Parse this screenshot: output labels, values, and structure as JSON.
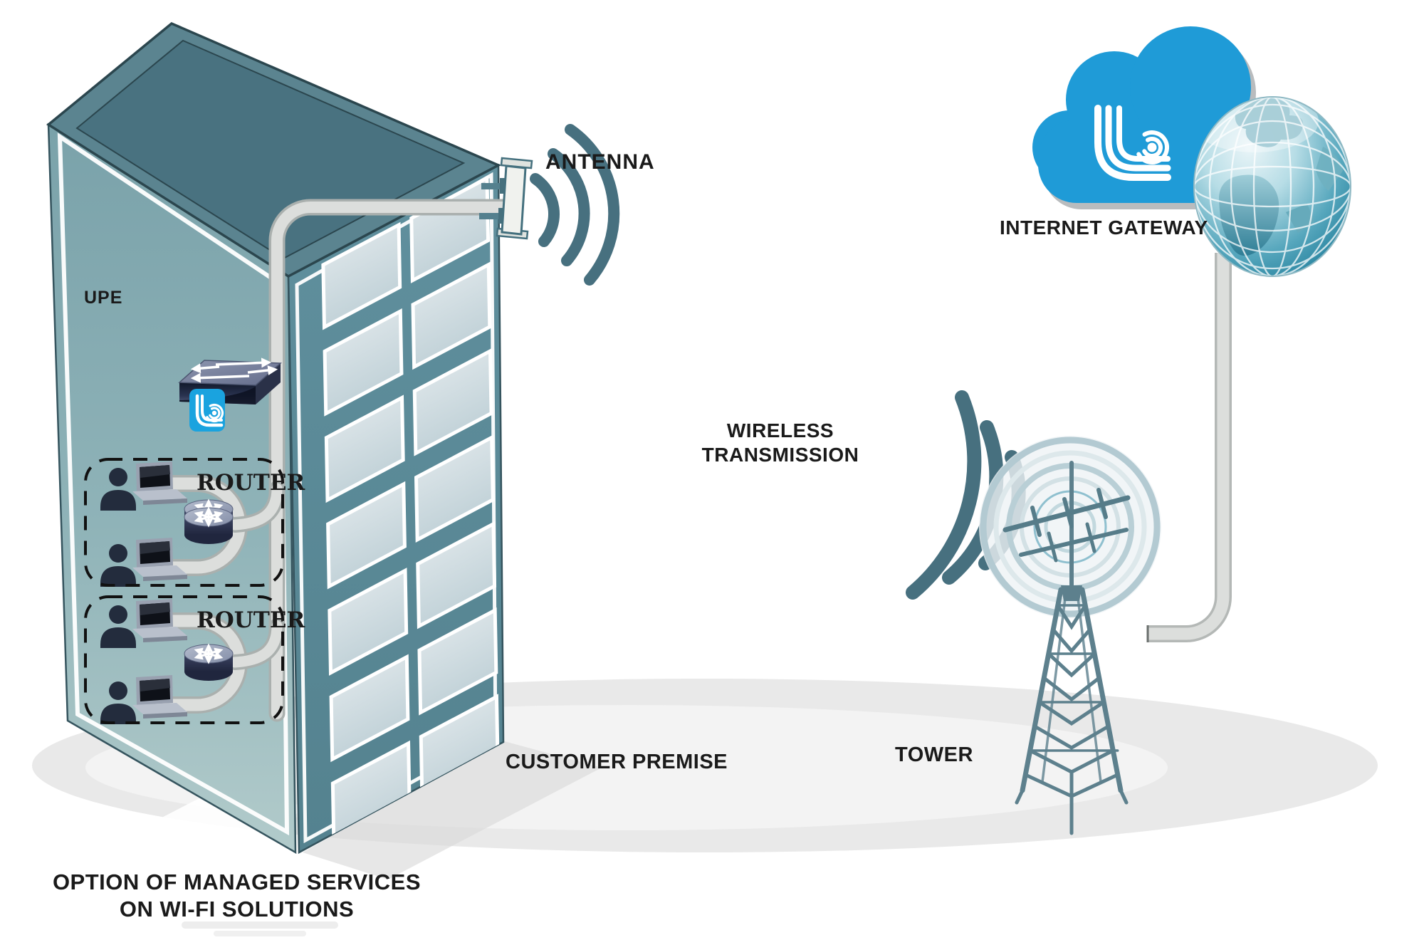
{
  "labels": {
    "antenna": "ANTENNA",
    "upe": "UPE",
    "router": "ROUTER",
    "customer_premise": "CUSTOMER PREMISE",
    "wireless_line1": "WIRELESS",
    "wireless_line2": "TRANSMISSION",
    "tower": "TOWER",
    "internet_gateway": "INTERNET GATEWAY",
    "caption_line1": "OPTION OF MANAGED SERVICES",
    "caption_line2": "ON WI-FI SOLUTIONS"
  },
  "colors": {
    "cloud_blue": "#1f9bd7",
    "badge_blue": "#1aa3df",
    "wifi_arc": "#47707f",
    "wall_right": "#5e8e9c",
    "wall_left_top": "#7aa2aa",
    "wall_left_bottom": "#aec7c8",
    "roof_rim": "#5b8490",
    "roof_inner": "#497280",
    "window": "#cddbe0",
    "cable_grey": "#dbdddb",
    "ground_grey": "#e9e9e9",
    "tower_steel": "#5d808d",
    "label_text": "#1a1a1a"
  },
  "icons": {
    "building": "office-building-icon",
    "antenna": "panel-antenna-icon",
    "wifi": "wifi-waves-icon",
    "switch": "network-switch-icon",
    "logo": "brand-b-logo-icon",
    "router": "router-puck-icon",
    "user": "person-laptop-icon",
    "tower": "lattice-tower-icon",
    "rings": "radio-rings-icon",
    "cloud": "cloud-icon",
    "globe": "globe-icon"
  }
}
